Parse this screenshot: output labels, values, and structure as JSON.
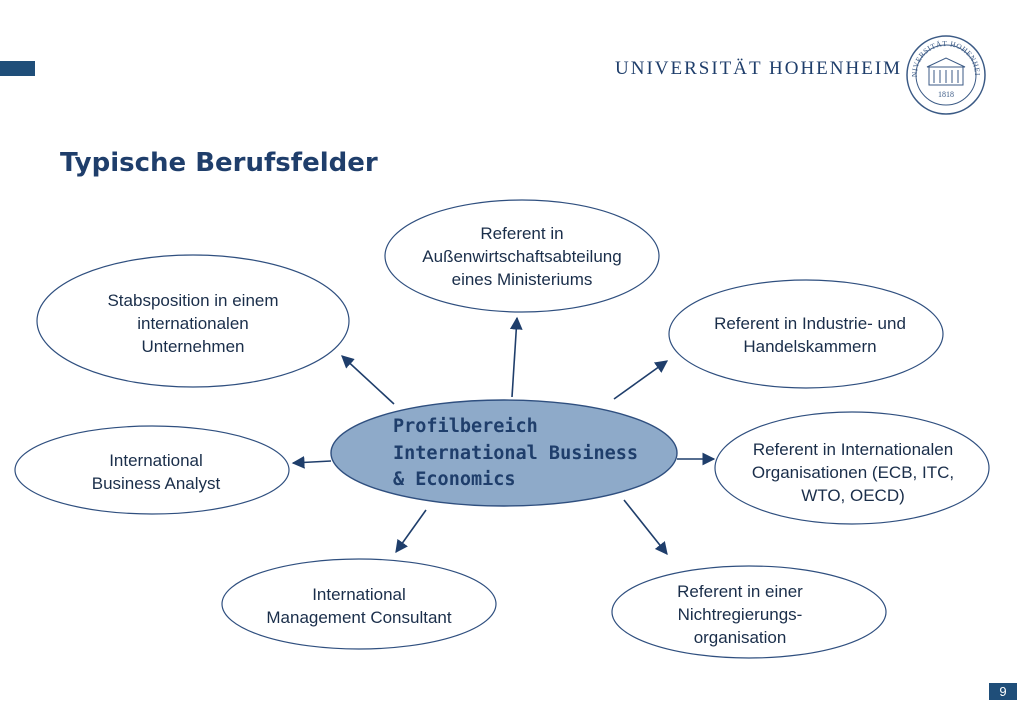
{
  "header": {
    "university_name": "UNIVERSITÄT HOHENHEIM",
    "seal_icon": "university-seal-icon",
    "seal_text": "UNIVERSITÄT HOHENHEIM",
    "seal_year": "1818"
  },
  "slide": {
    "title": "Typische Berufsfelder",
    "page_number": "9"
  },
  "diagram": {
    "center": {
      "label": "Profilbereich\nInternational Business\n& Economics"
    },
    "nodes": {
      "top": "Referent in\nAußenwirtschaftsabteilung\neines Ministeriums",
      "upper_left": "Stabsposition in einem\ninternationalen\nUnternehmen",
      "upper_right": "Referent in Industrie- und\nHandelskammern",
      "middle_left": "International\nBusiness Analyst",
      "middle_right": "Referent in Internationalen\nOrganisationen (ECB, ITC,\nWTO, OECD)",
      "bottom_left": "International\nManagement Consultant",
      "bottom_right": "Referent in einer\nNichtregierungs-\norganisation"
    }
  },
  "colors": {
    "brand": "#1f4e79",
    "title": "#1f3e6b",
    "center_fill": "#8eaac9",
    "outline": "#2f4f7f"
  }
}
